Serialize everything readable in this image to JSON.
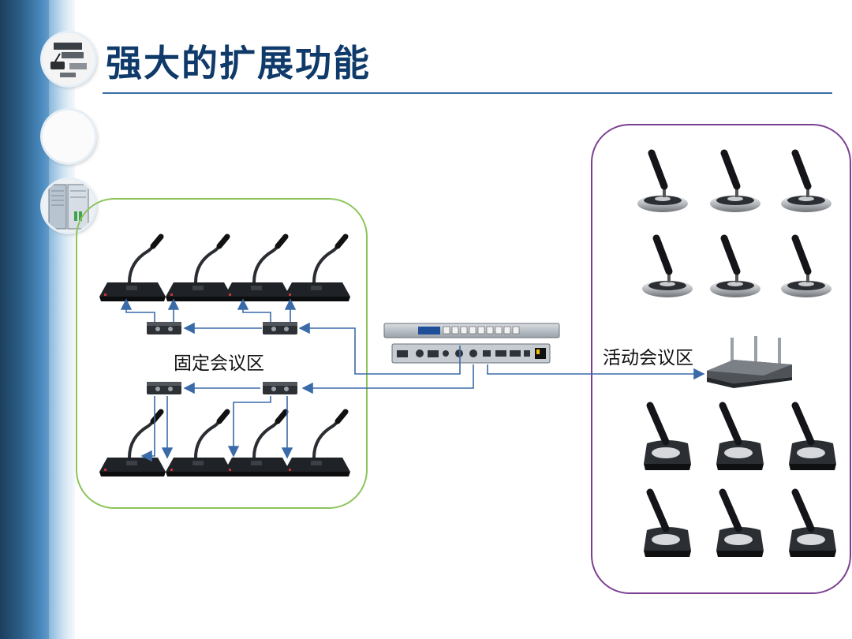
{
  "slide": {
    "title": "强大的扩展功能",
    "fixed_zone_label": "固定会议区",
    "active_zone_label": "活动会议区"
  },
  "colors": {
    "title": "#0f3a6a",
    "rule": "#3d6ea3",
    "fixed_border": "#8cc45a",
    "active_border": "#7b3f91",
    "arrow": "#3a6aa8"
  },
  "icons": {
    "thumbnail_1": "conference-equipment-icon",
    "thumbnail_2": "blank-circle",
    "thumbnail_3": "rack-server-icon",
    "host_unit": "conference-host-controller-icon",
    "router": "wireless-router-icon",
    "wired_mic": "wired-gooseneck-microphone-icon",
    "wireless_mic": "wireless-microphone-icon",
    "splitter": "splitter-box-icon"
  }
}
